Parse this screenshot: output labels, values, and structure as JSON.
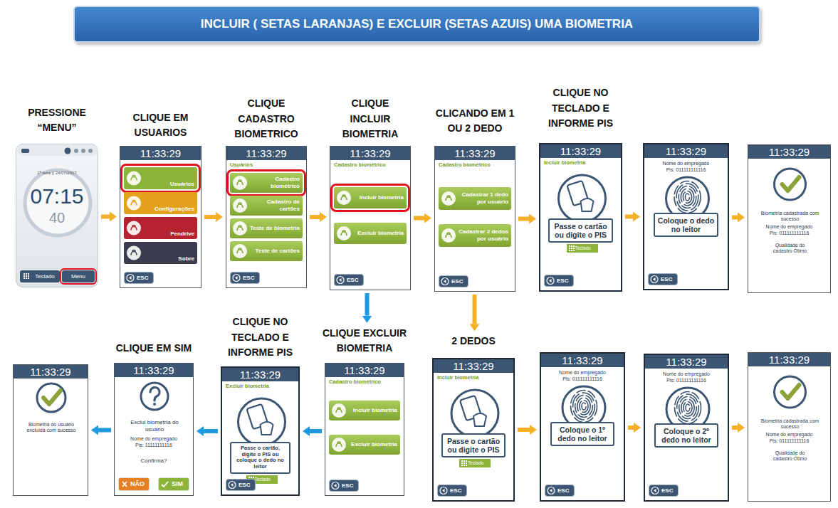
{
  "diagram": {
    "title": "INCLUIR ( SETAS LARANJAS) E EXCLUIR (SETAS AZUIS) UMA BIOMETRIA",
    "nodes": [
      {
        "text": [
          "PRESSIONE “MENU”",
          "2ª feira || 24/07/2017",
          "07:15",
          "40"
        ]
      },
      {
        "text": [
          "Teclado"
        ],
        "in": 0
      },
      {
        "text": [
          "Menu"
        ],
        "in": 0
      },
      {
        "text": [
          "CLIQUE EM USUARIOS"
        ]
      },
      {
        "text": [
          "11:33:29"
        ],
        "in": 3
      },
      {
        "text": [
          "Usuários"
        ],
        "in": 3
      },
      {
        "text": [
          "Configurações"
        ],
        "in": 3
      },
      {
        "text": [
          "Pendrive"
        ],
        "in": 3
      },
      {
        "text": [
          "Sobre"
        ],
        "in": 3
      },
      {
        "text": [
          "ESC"
        ],
        "in": 3
      },
      {
        "text": [
          "CLIQUE CADASTRO BIOMETRICO",
          "Usuários"
        ]
      },
      {
        "text": [
          "11:33:29"
        ],
        "in": 10
      },
      {
        "text": [
          "Cadastro biométrico"
        ],
        "in": 10
      },
      {
        "text": [
          "Cadastro de cartões"
        ],
        "in": 10
      },
      {
        "text": [
          "Teste de biometria"
        ],
        "in": 10
      },
      {
        "text": [
          "Teste de cartões"
        ],
        "in": 10
      },
      {
        "text": [
          "ESC"
        ],
        "in": 10
      },
      {
        "text": [
          "CLIQUE INCLUIR BIOMETRIA",
          "Cadastro biométrico"
        ]
      },
      {
        "text": [
          "11:33:29"
        ],
        "in": 17
      },
      {
        "text": [
          "Incluir biometria"
        ],
        "in": 17
      },
      {
        "text": [
          "Excluir biometria"
        ],
        "in": 17
      },
      {
        "text": [
          "ESC"
        ],
        "in": 17
      },
      {
        "text": [
          "CLICANDO EM 1 OU 2 DEDO",
          "Cadastro biométrico"
        ]
      },
      {
        "text": [
          "11:33:29"
        ],
        "in": 22
      },
      {
        "text": [
          "Cadastrar 1 dedo por usuário"
        ],
        "in": 22
      },
      {
        "text": [
          "Cadastrar 2 dedos por usuário"
        ],
        "in": 22
      },
      {
        "text": [
          "ESC"
        ],
        "in": 22
      },
      {
        "text": [
          "CLIQUE NO TECLADO E INFORME PIS",
          "Incluir biometria"
        ]
      },
      {
        "text": [
          "11:33:29"
        ],
        "in": 27
      },
      {
        "text": [
          "Passe o cartão ou digite o PIS"
        ],
        "in": 27
      },
      {
        "text": [
          "Teclado"
        ],
        "in": 27
      },
      {
        "text": [
          "ESC"
        ],
        "in": 27
      },
      {
        "text": [
          "Nome do empregado",
          "Pis: 011111111116"
        ]
      },
      {
        "text": [
          "11:33:29"
        ],
        "in": 32
      },
      {
        "text": [
          "Coloque o dedo no leitor"
        ],
        "in": 32
      },
      {
        "text": [
          "ESC"
        ],
        "in": 32
      },
      {
        "text": [
          "Biometria cadastrada com sucesso",
          "Nome do empregado",
          "Pis: 011111111116",
          "Qualidade do cadastro Ótimo"
        ]
      },
      {
        "text": [
          "11:33:29"
        ],
        "in": 36
      },
      {
        "text": [
          "Biometria do usuário excluída com sucesso"
        ]
      },
      {
        "text": [
          "11:33:29"
        ],
        "in": 38
      },
      {
        "text": [
          "CLIQUE EM SIM",
          "Exclui biometria do usuário",
          "Nome do empregado",
          "Pis: 11111111116",
          "Confirma?"
        ]
      },
      {
        "text": [
          "11:33:29"
        ],
        "in": 40
      },
      {
        "text": [
          "NÃO"
        ],
        "in": 40
      },
      {
        "text": [
          "SIM"
        ],
        "in": 40
      },
      {
        "text": [
          "CLIQUE NO TECLADO E INFORME PIS",
          "Excluir biometria"
        ]
      },
      {
        "text": [
          "11:33:29"
        ],
        "in": 44
      },
      {
        "text": [
          "Passe o cartão, digite o PIS ou coloque o dedo no leitor"
        ],
        "in": 44
      },
      {
        "text": [
          "Teclado"
        ],
        "in": 44
      },
      {
        "text": [
          "ESC"
        ],
        "in": 44
      },
      {
        "text": [
          "CLIQUE EXCLUIR BIOMETRIA",
          "Cadastro biométrico"
        ]
      },
      {
        "text": [
          "11:33:29"
        ],
        "in": 49
      },
      {
        "text": [
          "Incluir biometria"
        ],
        "in": 49
      },
      {
        "text": [
          "Excluir biometria"
        ],
        "in": 49
      },
      {
        "text": [
          "ESC"
        ],
        "in": 49
      },
      {
        "text": [
          "2 DEDOS",
          "Incluir biometria"
        ]
      },
      {
        "text": [
          "11:33:29"
        ],
        "in": 54
      },
      {
        "text": [
          "Passe o cartão ou digite o PIS"
        ],
        "in": 54
      },
      {
        "text": [
          "Teclado"
        ],
        "in": 54
      },
      {
        "text": [
          "ESC"
        ],
        "in": 54
      },
      {
        "text": [
          "Nome do empregado",
          "Pis: 011111111116"
        ]
      },
      {
        "text": [
          "11:33:29"
        ],
        "in": 59
      },
      {
        "text": [
          "Coloque o 1º dedo no leitor"
        ],
        "in": 59
      },
      {
        "text": [
          "ESC"
        ],
        "in": 59
      },
      {
        "text": [
          "Nome do empregado",
          "Pis: 011111111116"
        ]
      },
      {
        "text": [
          "11:33:29"
        ],
        "in": 63
      },
      {
        "text": [
          "Coloque o 2º dedo no leitor"
        ],
        "in": 63
      },
      {
        "text": [
          "ESC"
        ],
        "in": 63
      },
      {
        "text": [
          "Biometria cadastrada com sucesso",
          "Nome do empregado",
          "Pis: 011111111116",
          "Qualidade do cadastro Ótimo"
        ]
      },
      {
        "text": [
          "11:33:29"
        ],
        "in": 67
      }
    ],
    "edges": [
      {
        "from": 0,
        "to": 3,
        "arrow": "to"
      },
      {
        "from": 3,
        "to": 10,
        "arrow": "to"
      },
      {
        "from": 10,
        "to": 17,
        "arrow": "to"
      },
      {
        "from": 17,
        "to": 22,
        "arrow": "to"
      },
      {
        "from": 22,
        "to": 27,
        "arrow": "to"
      },
      {
        "from": 27,
        "to": 32,
        "arrow": "to"
      },
      {
        "from": 32,
        "to": 36,
        "arrow": "to"
      },
      {
        "from": 22,
        "to": 54,
        "arrow": "to"
      },
      {
        "from": 54,
        "to": 59,
        "arrow": "to"
      },
      {
        "from": 59,
        "to": 63,
        "arrow": "to"
      },
      {
        "from": 63,
        "to": 67,
        "arrow": "to"
      },
      {
        "from": 17,
        "to": 49,
        "arrow": "to"
      },
      {
        "from": 49,
        "to": 44,
        "arrow": "to"
      },
      {
        "from": 44,
        "to": 40,
        "arrow": "to"
      },
      {
        "from": 40,
        "to": 38,
        "arrow": "to"
      }
    ]
  }
}
